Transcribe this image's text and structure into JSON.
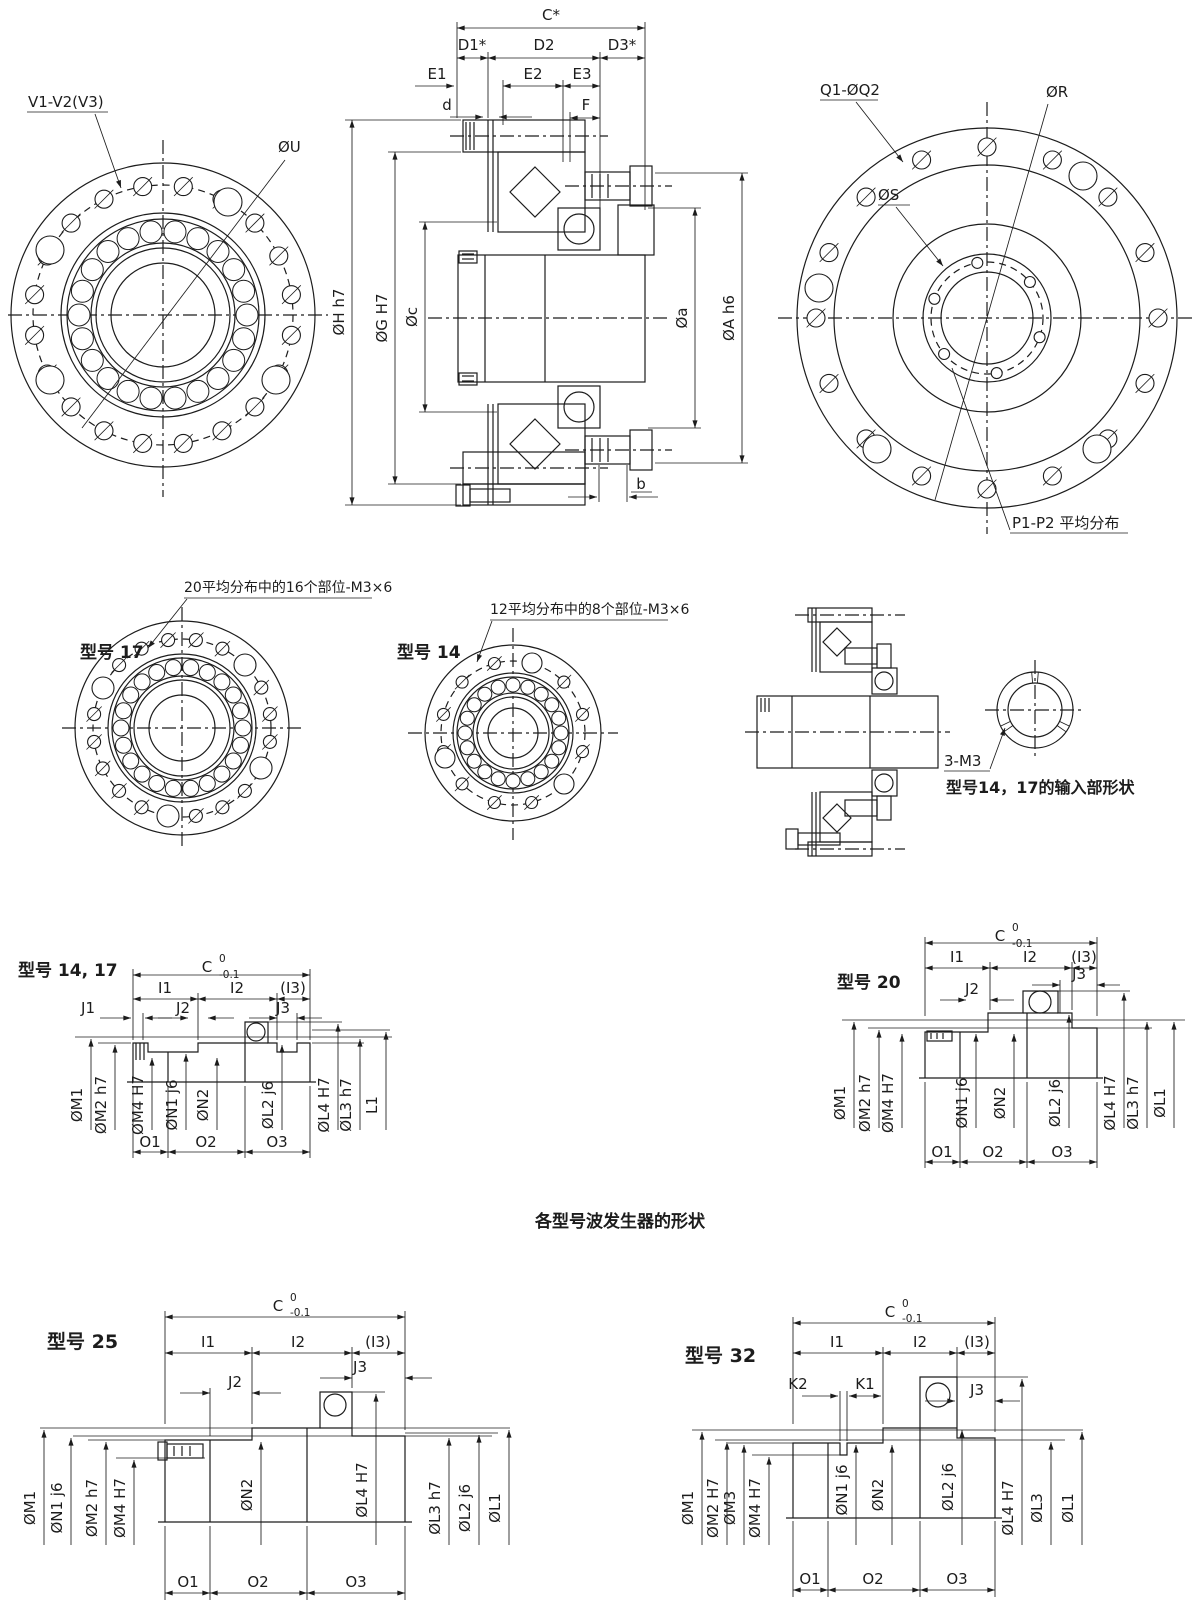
{
  "front_view": {
    "bolt_label": "V1-V2(V3)",
    "u_label": "ØU"
  },
  "section_view": {
    "c": "C*",
    "d1": "D1*",
    "d2": "D2",
    "d3": "D3*",
    "e1": "E1",
    "e2": "E2",
    "e3": "E3",
    "d": "d",
    "f": "F",
    "dia_h": "ØH h7",
    "dia_g": "ØG H7",
    "dia_c": "Øc",
    "dia_a_small": "Øa",
    "dia_a": "ØA h6",
    "b": "b"
  },
  "rear_view": {
    "q_label": "Q1-ØQ2",
    "r_label": "ØR",
    "s_label": "ØS",
    "p_label": "P1-P2 平均分布"
  },
  "model17": {
    "title": "型号 17",
    "note": "20平均分布中的16个部位-M3×6"
  },
  "model14": {
    "title": "型号 14",
    "note": "12平均分布中的8个部位-M3×6"
  },
  "input_shape": {
    "m3_label": "3-M3",
    "caption": "型号14，17的输入部形状"
  },
  "wg_section_title": "各型号波发生器的形状",
  "wg_m1417": {
    "title": "型号 14, 17",
    "c": "C",
    "tol_up": "0",
    "tol_dn": "-0.1",
    "i1": "I1",
    "i2": "I2",
    "i3": "(I3)",
    "j1": "J1",
    "j2": "J2",
    "j3": "J3",
    "m1": "ØM1",
    "m2": "ØM2 h7",
    "m4": "ØM4 H7",
    "n1": "ØN1 j6",
    "n2": "ØN2",
    "l2": "ØL2 j6",
    "l4": "ØL4 H7",
    "l3": "ØL3 h7",
    "l1": "L1",
    "o1": "O1",
    "o2": "O2",
    "o3": "O3"
  },
  "wg_m20": {
    "title": "型号 20",
    "c": "C",
    "tol_up": "0",
    "tol_dn": "-0.1",
    "i1": "I1",
    "i2": "I2",
    "i3": "(I3)",
    "j2": "J2",
    "j3": "J3",
    "m1": "ØM1",
    "m2": "ØM2 h7",
    "m4": "ØM4 H7",
    "n1": "ØN1 j6",
    "n2": "ØN2",
    "l2": "ØL2 j6",
    "l4": "ØL4 H7",
    "l3": "ØL3 h7",
    "l1": "ØL1",
    "o1": "O1",
    "o2": "O2",
    "o3": "O3"
  },
  "wg_m25": {
    "title": "型号 25",
    "c": "C",
    "tol_up": "0",
    "tol_dn": "-0.1",
    "i1": "I1",
    "i2": "I2",
    "i3": "(I3)",
    "j2": "J2",
    "j3": "J3",
    "m1": "ØM1",
    "n1": "ØN1 j6",
    "m2": "ØM2 h7",
    "m4": "ØM4 H7",
    "n2": "ØN2",
    "l4": "ØL4 H7",
    "l3": "ØL3 h7",
    "l2": "ØL2 j6",
    "l1": "ØL1",
    "o1": "O1",
    "o2": "O2",
    "o3": "O3"
  },
  "wg_m32": {
    "title": "型号 32",
    "c": "C",
    "tol_up": "0",
    "tol_dn": "-0.1",
    "i1": "I1",
    "i2": "I2",
    "i3": "(I3)",
    "k1": "K1",
    "k2": "K2",
    "j3": "J3",
    "m1": "ØM1",
    "m2": "ØM2 H7",
    "m3": "ØM3",
    "m4": "ØM4 H7",
    "n1": "ØN1 j6",
    "n2": "ØN2",
    "l2": "ØL2 j6",
    "l4": "ØL4 H7",
    "l3": "ØL3",
    "l1": "ØL1",
    "o1": "O1",
    "o2": "O2",
    "o3": "O3"
  }
}
